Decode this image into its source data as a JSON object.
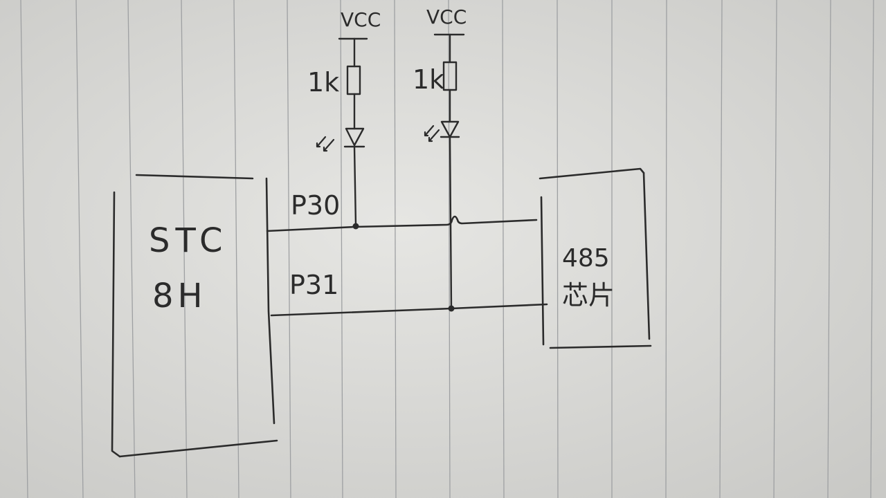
{
  "diagram": {
    "mcu_label_line1": "STC",
    "mcu_label_line2": "8H",
    "chip_label_line1": "485",
    "chip_label_line2": "芯片",
    "pin_p30": "P30",
    "pin_p31": "P31",
    "supply_left": "VCC",
    "supply_right": "VCC",
    "resistor_left": "1k",
    "resistor_right": "1k"
  },
  "colors": {
    "paper": "#d9d9d6",
    "ink": "#2b2b2b",
    "ruled_lines": "#9ea0a2"
  }
}
